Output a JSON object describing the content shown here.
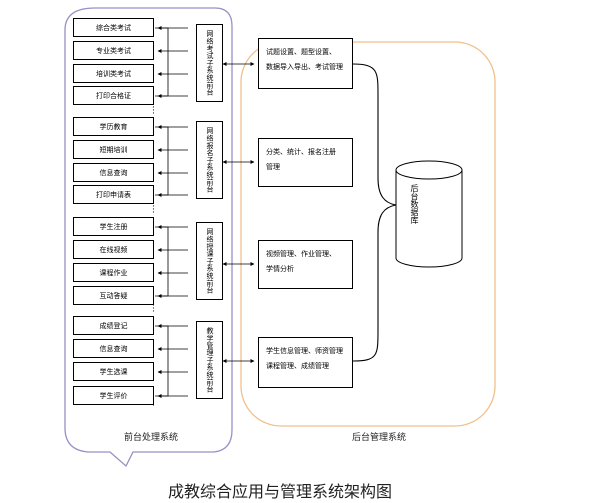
{
  "frontend": {
    "label": "前台处理系统",
    "groups": [
      {
        "subsystem": "网络考试子系统前台",
        "items": [
          "综合类考试",
          "专业类考试",
          "培训类考试",
          "打印合格证"
        ]
      },
      {
        "subsystem": "网络报名子系统前台",
        "items": [
          "学历教育",
          "短期培训",
          "信息查询",
          "打印申请表"
        ]
      },
      {
        "subsystem": "网络授课子系统前台",
        "items": [
          "学生注册",
          "在线视频",
          "课程作业",
          "互动答疑"
        ]
      },
      {
        "subsystem": "教学管理子系统前台",
        "items": [
          "成绩登记",
          "信息查询",
          "学生选课",
          "学生评价"
        ]
      }
    ]
  },
  "backend": {
    "label": "后台管理系统",
    "modules": [
      [
        "试题设置、题型设置、",
        "数据导入导出、考试管理"
      ],
      [
        "分类、统计、报名注册",
        "管理"
      ],
      [
        "视频管理、作业管理、",
        "学情分析"
      ],
      [
        "学生信息管理、师资管理",
        "课程管理、成绩管理"
      ]
    ],
    "database": "后台数据库"
  },
  "caption": "成教综合应用与管理系统架构图"
}
